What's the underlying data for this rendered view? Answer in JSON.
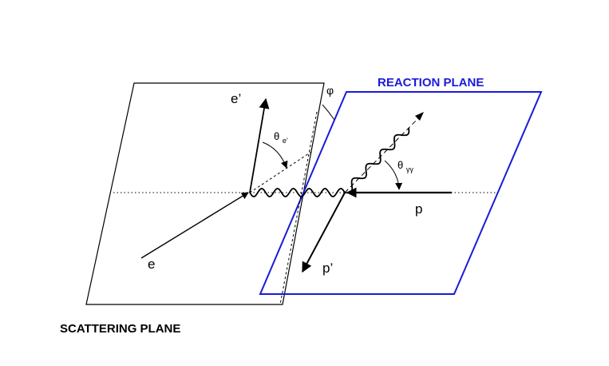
{
  "colors": {
    "reaction_plane": "#1a1adc",
    "scattering_plane": "#000000",
    "lines": "#000000"
  },
  "labels": {
    "reaction_plane_title": "REACTION PLANE",
    "scattering_plane_title": "SCATTERING PLANE",
    "incoming_electron": "e",
    "scattered_electron": "e’",
    "incoming_proton": "p",
    "outgoing_proton": "p’",
    "phi": "φ",
    "theta_symbol": "θ",
    "theta_e_sub": "e’",
    "theta_gg_sub": "γγ"
  }
}
